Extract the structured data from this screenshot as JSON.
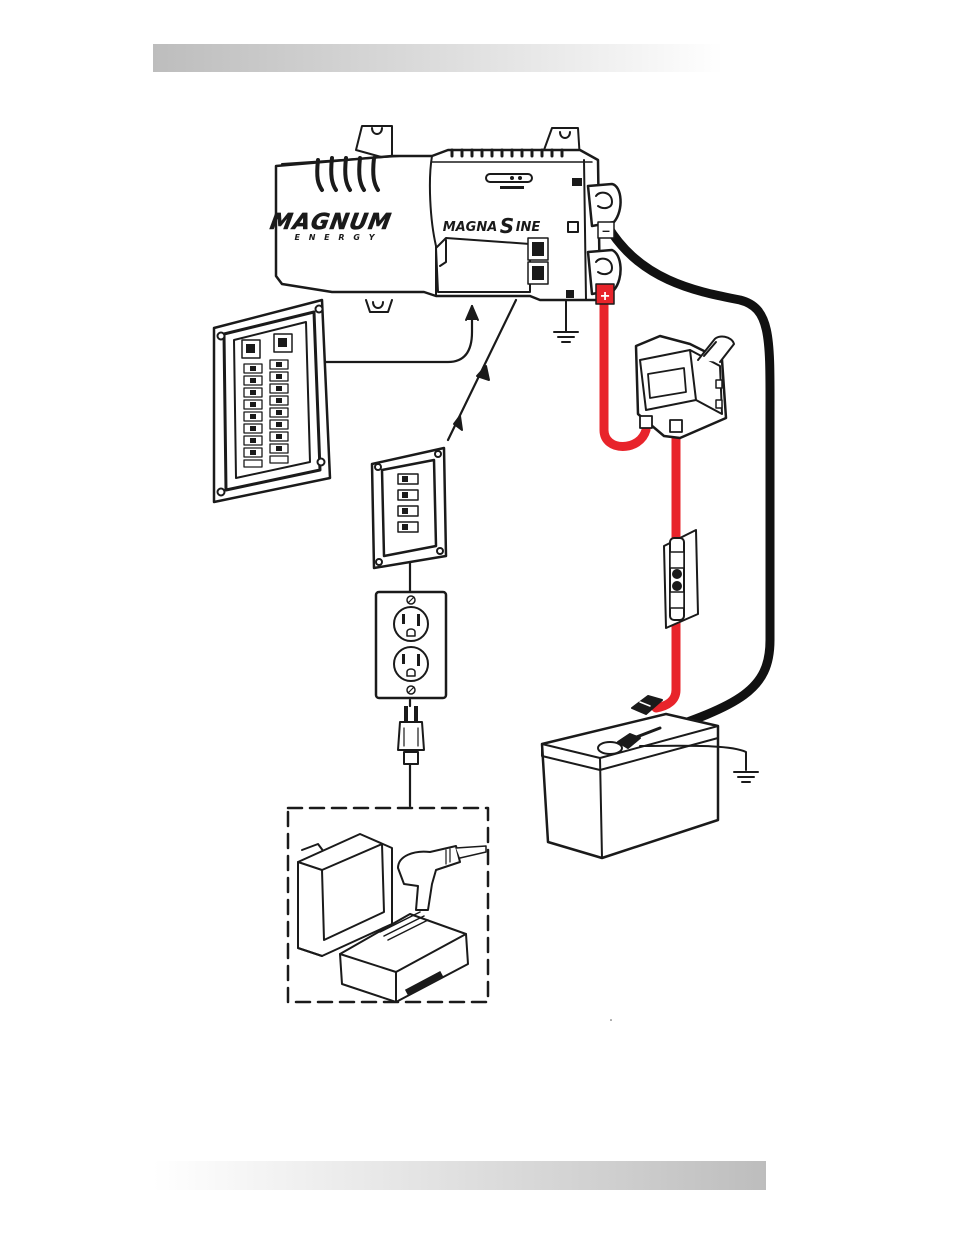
{
  "header_bar": {},
  "footer_bar": {},
  "inverter": {
    "brand": "MAGNUM",
    "brand_sub": "E N E R G Y",
    "model_pre": "MAGNA",
    "model_s": "S",
    "model_post": "INE",
    "neg_symbol": "–",
    "pos_symbol": "+"
  },
  "colors": {
    "positive_cable": "#e8242b",
    "negative_cable": "#111111",
    "line": "#1a1a1a",
    "header_gray": "#c6c6c6"
  },
  "icons": [
    "inverter",
    "breaker-panel",
    "sub-panel",
    "duplex-outlet",
    "plug",
    "loads-tv-drill-vcr",
    "dc-disconnect",
    "fuse-holder",
    "battery",
    "ground"
  ]
}
